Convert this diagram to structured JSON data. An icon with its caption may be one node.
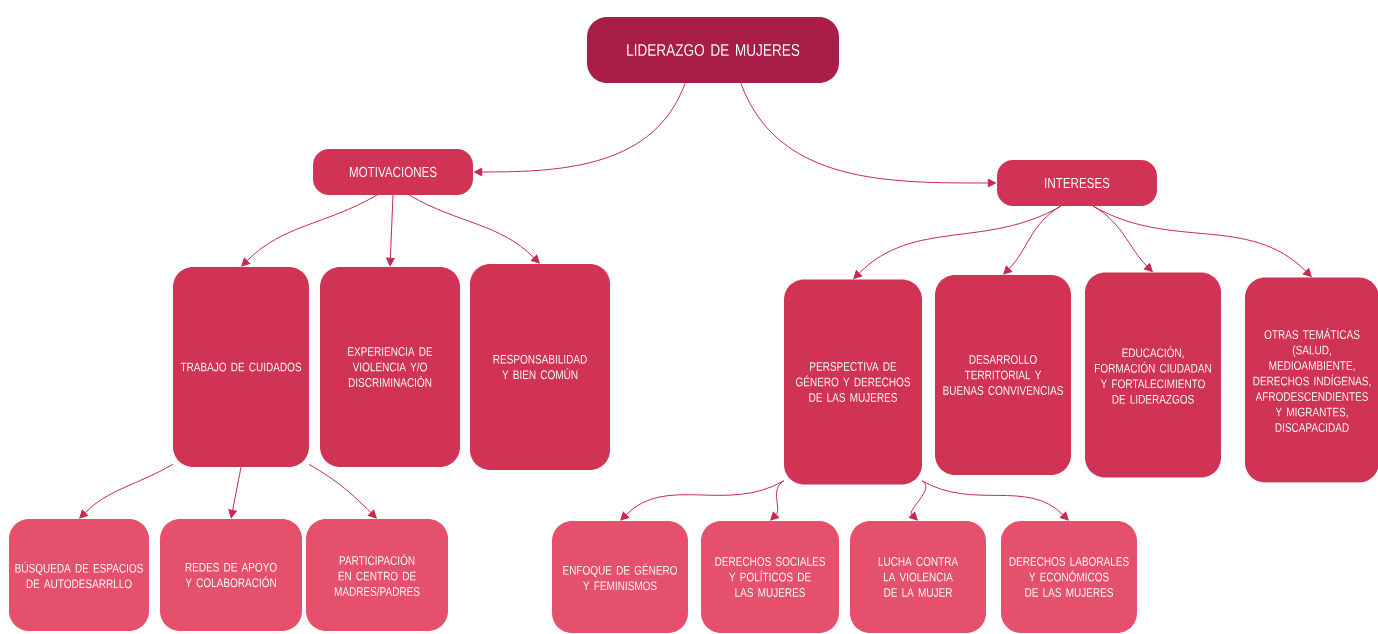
{
  "diagram": {
    "nodes": [
      {
        "text": [
          "LIDERAZGO DE MUJERES"
        ]
      },
      {
        "text": [
          "MOTIVACIONES"
        ]
      },
      {
        "text": [
          "INTERESES"
        ]
      },
      {
        "text": [
          "TRABAJO DE CUIDADOS"
        ]
      },
      {
        "text": [
          "EXPERIENCIA DE VIOLENCIA Y/O DISCRIMINACIÓN"
        ]
      },
      {
        "text": [
          "RESPONSABILIDAD Y BIEN COMÚN"
        ]
      },
      {
        "text": [
          "PERSPECTIVA DE GÉNERO Y DERECHOS DE LAS MUJERES"
        ]
      },
      {
        "text": [
          "DESARROLLO TERRITORIAL Y BUENAS CONVIVENCIAS"
        ]
      },
      {
        "text": [
          "EDUCACIÓN, FORMACIÓN CIUDADAN Y FORTALECIMIENTO DE LIDERAZGOS"
        ]
      },
      {
        "text": [
          "OTRAS TEMÁTICAS (SALUD, MEDIOAMBIENTE, DERECHOS INDÍGENAS, AFRODESCENDIENTES Y MIGRANTES, DISCAPACIDAD"
        ]
      },
      {
        "text": [
          "BÚSQUEDA DE ESPACIOS DE AUTODESARRLLO"
        ]
      },
      {
        "text": [
          "REDES DE APOYO Y COLABORACIÓN"
        ]
      },
      {
        "text": [
          "PARTICIPACIÓN EN CENTRO DE MADRES/PADRES"
        ]
      },
      {
        "text": [
          "ENFOQUE DE GÉNERO Y FEMINISMOS"
        ]
      },
      {
        "text": [
          "DERECHOS SOCIALES Y POLÍTICOS DE LAS MUJERES"
        ]
      },
      {
        "text": [
          "LUCHA CONTRA LA VIOLENCIA DE LA MUJER"
        ]
      },
      {
        "text": [
          "DERECHOS LABORALES Y ECONÓMICOS DE LAS MUJERES"
        ]
      }
    ],
    "edges": [
      {
        "from": 0,
        "to": 1,
        "arrow": "to"
      },
      {
        "from": 0,
        "to": 2,
        "arrow": "to"
      },
      {
        "from": 1,
        "to": 3,
        "arrow": "to"
      },
      {
        "from": 1,
        "to": 4,
        "arrow": "to"
      },
      {
        "from": 1,
        "to": 5,
        "arrow": "to"
      },
      {
        "from": 2,
        "to": 6,
        "arrow": "to"
      },
      {
        "from": 2,
        "to": 7,
        "arrow": "to"
      },
      {
        "from": 2,
        "to": 8,
        "arrow": "to"
      },
      {
        "from": 2,
        "to": 9,
        "arrow": "to"
      },
      {
        "from": 3,
        "to": 10,
        "arrow": "to"
      },
      {
        "from": 3,
        "to": 11,
        "arrow": "to"
      },
      {
        "from": 3,
        "to": 12,
        "arrow": "to"
      },
      {
        "from": 6,
        "to": 13,
        "arrow": "to"
      },
      {
        "from": 6,
        "to": 14,
        "arrow": "to"
      },
      {
        "from": 6,
        "to": 15,
        "arrow": "to"
      },
      {
        "from": 6,
        "to": 16,
        "arrow": "to"
      }
    ]
  }
}
